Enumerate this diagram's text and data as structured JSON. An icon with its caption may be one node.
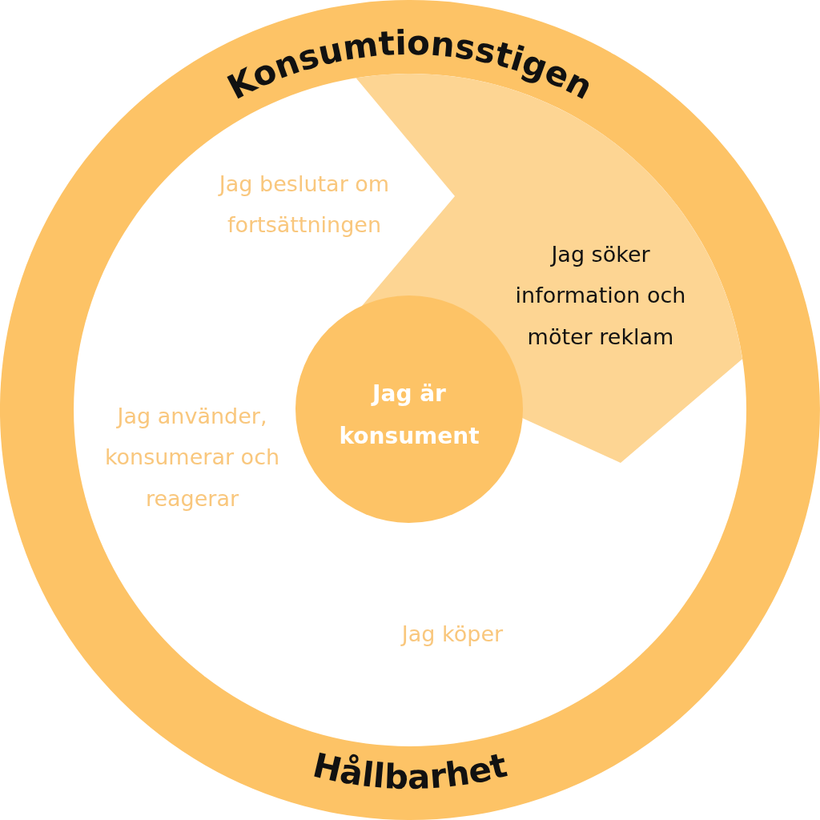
{
  "diagram": {
    "nodes": [
      {
        "text": [
          "Konsumtionsstigen",
          "Hållbarhet"
        ]
      },
      {
        "text": [
          "Jag söker information och möter reklam"
        ],
        "in": 0
      },
      {
        "text": [
          "Jag är konsument"
        ],
        "in": 0
      }
    ],
    "labels": [
      "Jag beslutar om fortsättningen",
      "Jag använder, konsumerar och reagerar",
      "Jag köper"
    ]
  }
}
